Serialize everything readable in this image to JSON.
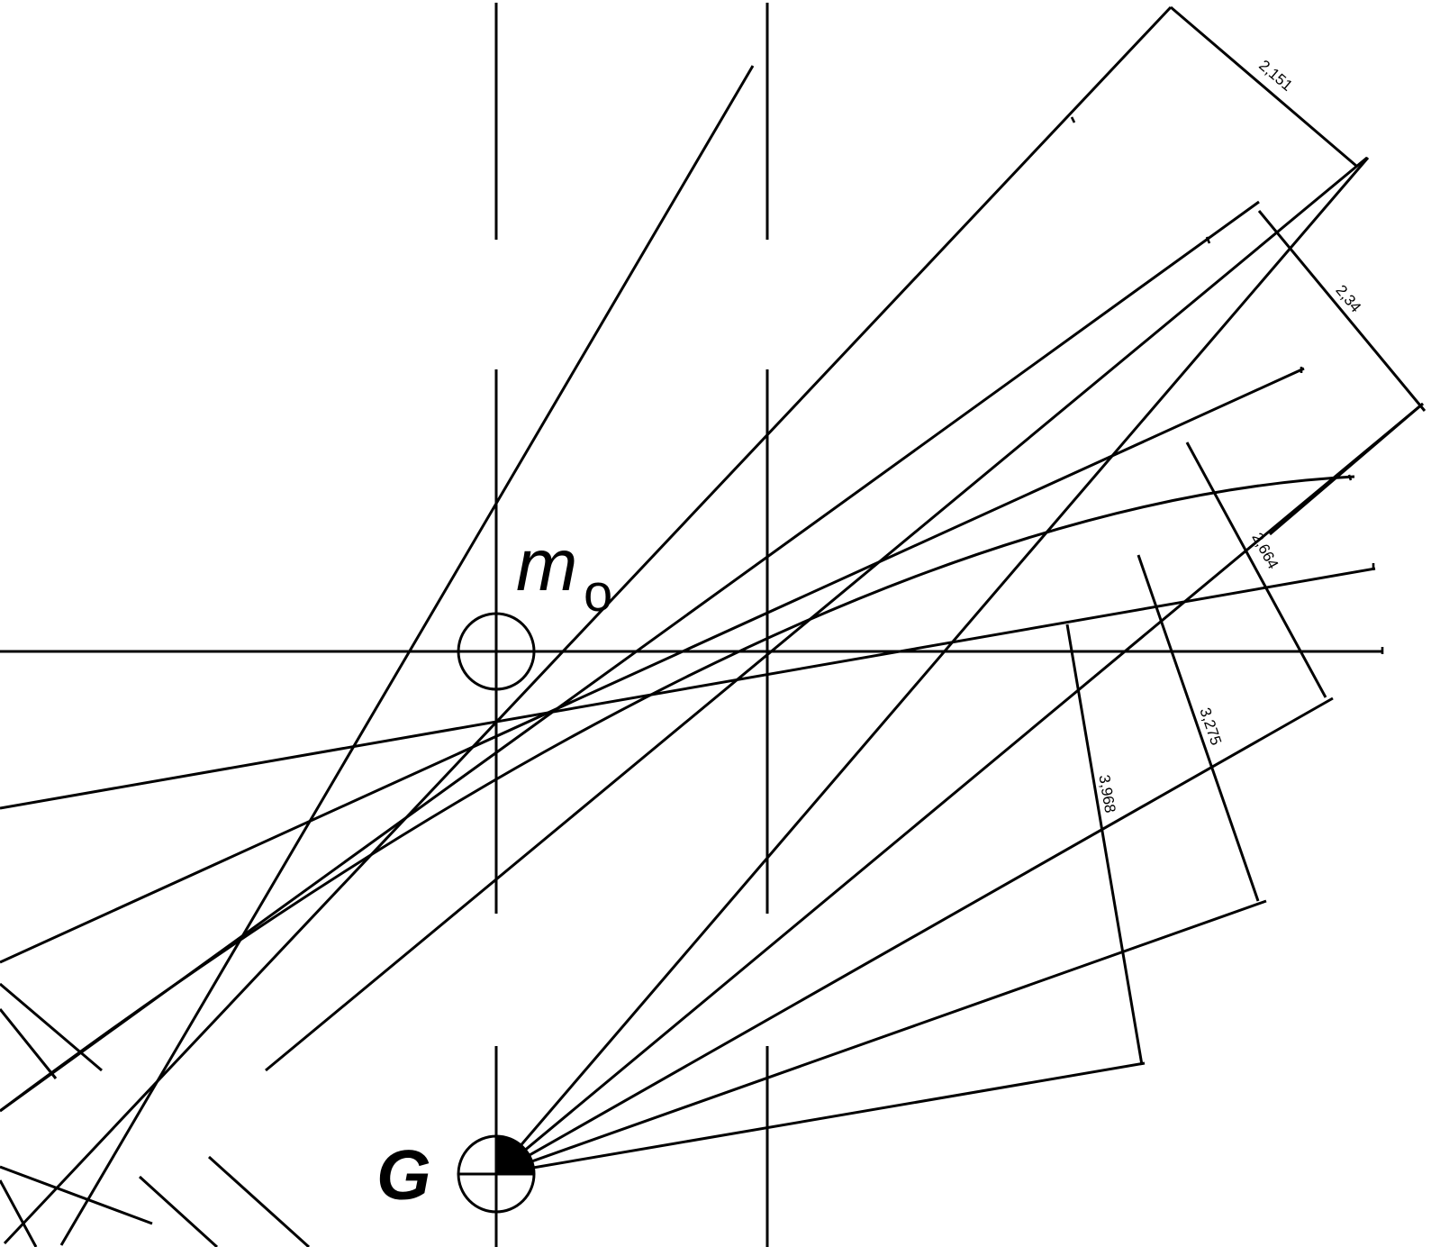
{
  "labels": {
    "mass_symbol": "m",
    "mass_subscript": "o",
    "g_symbol": "G"
  },
  "dimensions": [
    "2,151",
    "2,34",
    "2,664",
    "3,275",
    "3,968"
  ],
  "colors": {
    "line": "#000000",
    "background": "#ffffff"
  }
}
